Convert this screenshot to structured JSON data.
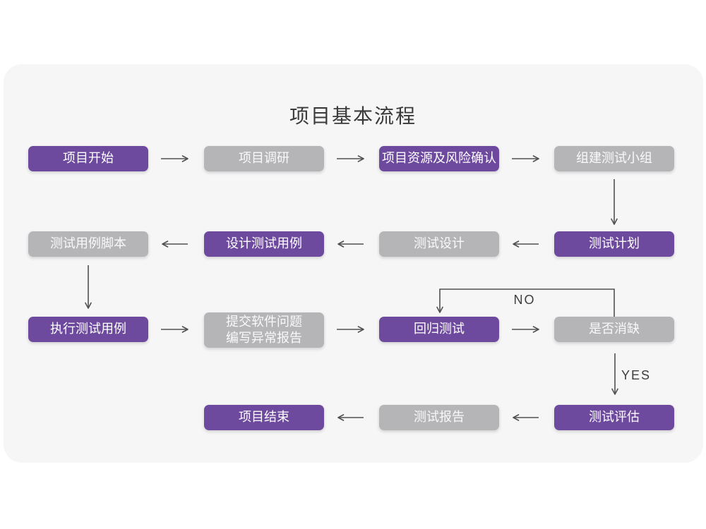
{
  "title": "项目基本流程",
  "colors": {
    "purple": "#6e4a9e",
    "gray": "#b5b4b7",
    "card_background": "#f6f6f7",
    "connector_line": "#515153"
  },
  "branch_labels": {
    "no": "NO",
    "yes": "YES"
  },
  "nodes": [
    {
      "label": "项目开始",
      "variant": "purple"
    },
    {
      "label": "项目调研",
      "variant": "gray"
    },
    {
      "label": "项目资源及风险确认",
      "variant": "purple"
    },
    {
      "label": "组建测试小组",
      "variant": "gray"
    },
    {
      "label": "测试计划",
      "variant": "purple"
    },
    {
      "label": "测试设计",
      "variant": "gray"
    },
    {
      "label": "设计测试用例",
      "variant": "purple"
    },
    {
      "label": "测试用例脚本",
      "variant": "gray"
    },
    {
      "label": "执行测试用例",
      "variant": "purple"
    },
    {
      "label": "提交软件问题\n编写异常报告",
      "variant": "gray"
    },
    {
      "label": "回归测试",
      "variant": "purple"
    },
    {
      "label": "是否消缺",
      "variant": "gray"
    },
    {
      "label": "测试评估",
      "variant": "purple"
    },
    {
      "label": "测试报告",
      "variant": "gray"
    },
    {
      "label": "项目结束",
      "variant": "purple"
    }
  ]
}
